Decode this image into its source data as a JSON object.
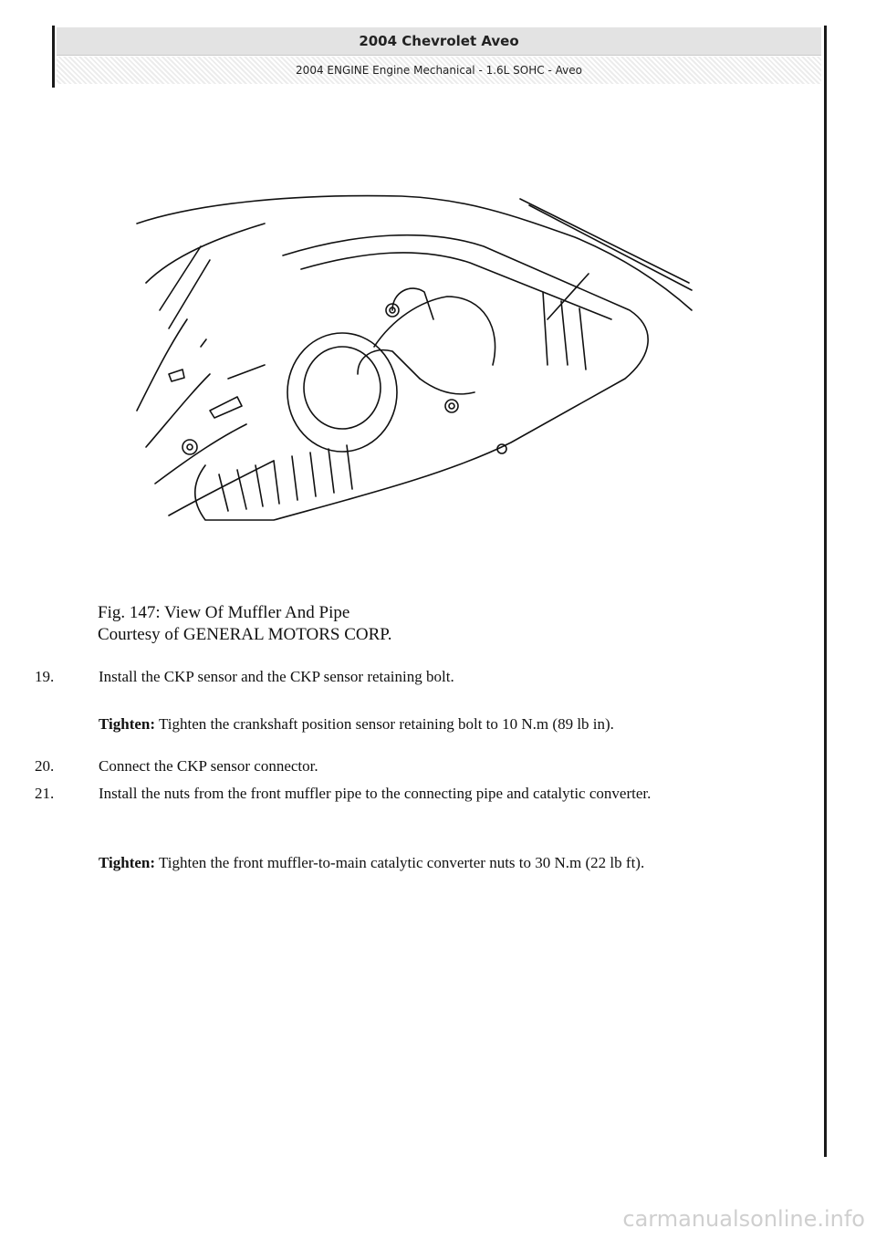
{
  "header": {
    "title": "2004 Chevrolet Aveo",
    "subtitle": "2004 ENGINE Engine Mechanical - 1.6L SOHC - Aveo"
  },
  "figure": {
    "caption_line1": "Fig. 147: View Of Muffler And Pipe",
    "caption_line2": "Courtesy of GENERAL MOTORS CORP."
  },
  "steps": [
    {
      "num": "19.",
      "text": "Install the CKP sensor and the CKP sensor retaining bolt."
    },
    {
      "num": "20.",
      "text": "Connect the CKP sensor connector."
    },
    {
      "num": "21.",
      "text": "Install the nuts from the front muffler pipe to the connecting pipe and catalytic converter."
    }
  ],
  "tightens": [
    {
      "label": "Tighten:",
      "text": "Tighten the crankshaft position sensor retaining bolt to 10 N.m (89 lb in)."
    },
    {
      "label": "Tighten:",
      "text": "Tighten the front muffler-to-main catalytic converter nuts to 30 N.m (22 lb ft)."
    }
  ],
  "watermark": "carmanualsonline.info"
}
